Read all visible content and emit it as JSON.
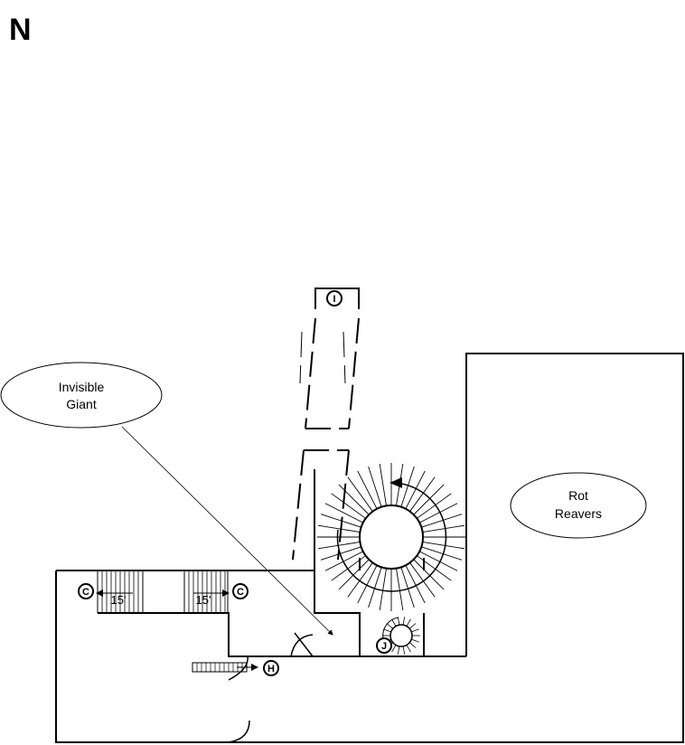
{
  "compass": {
    "north": "N"
  },
  "callouts": {
    "giant": {
      "line1": "Invisible",
      "line2": "Giant"
    },
    "reavers": {
      "line1": "Rot",
      "line2": "Reavers"
    }
  },
  "stairs": {
    "west_length": "15'",
    "east_length": "15'"
  },
  "markers": {
    "c_west": "C",
    "c_east": "C",
    "h": "H",
    "i": "I",
    "j": "J"
  }
}
